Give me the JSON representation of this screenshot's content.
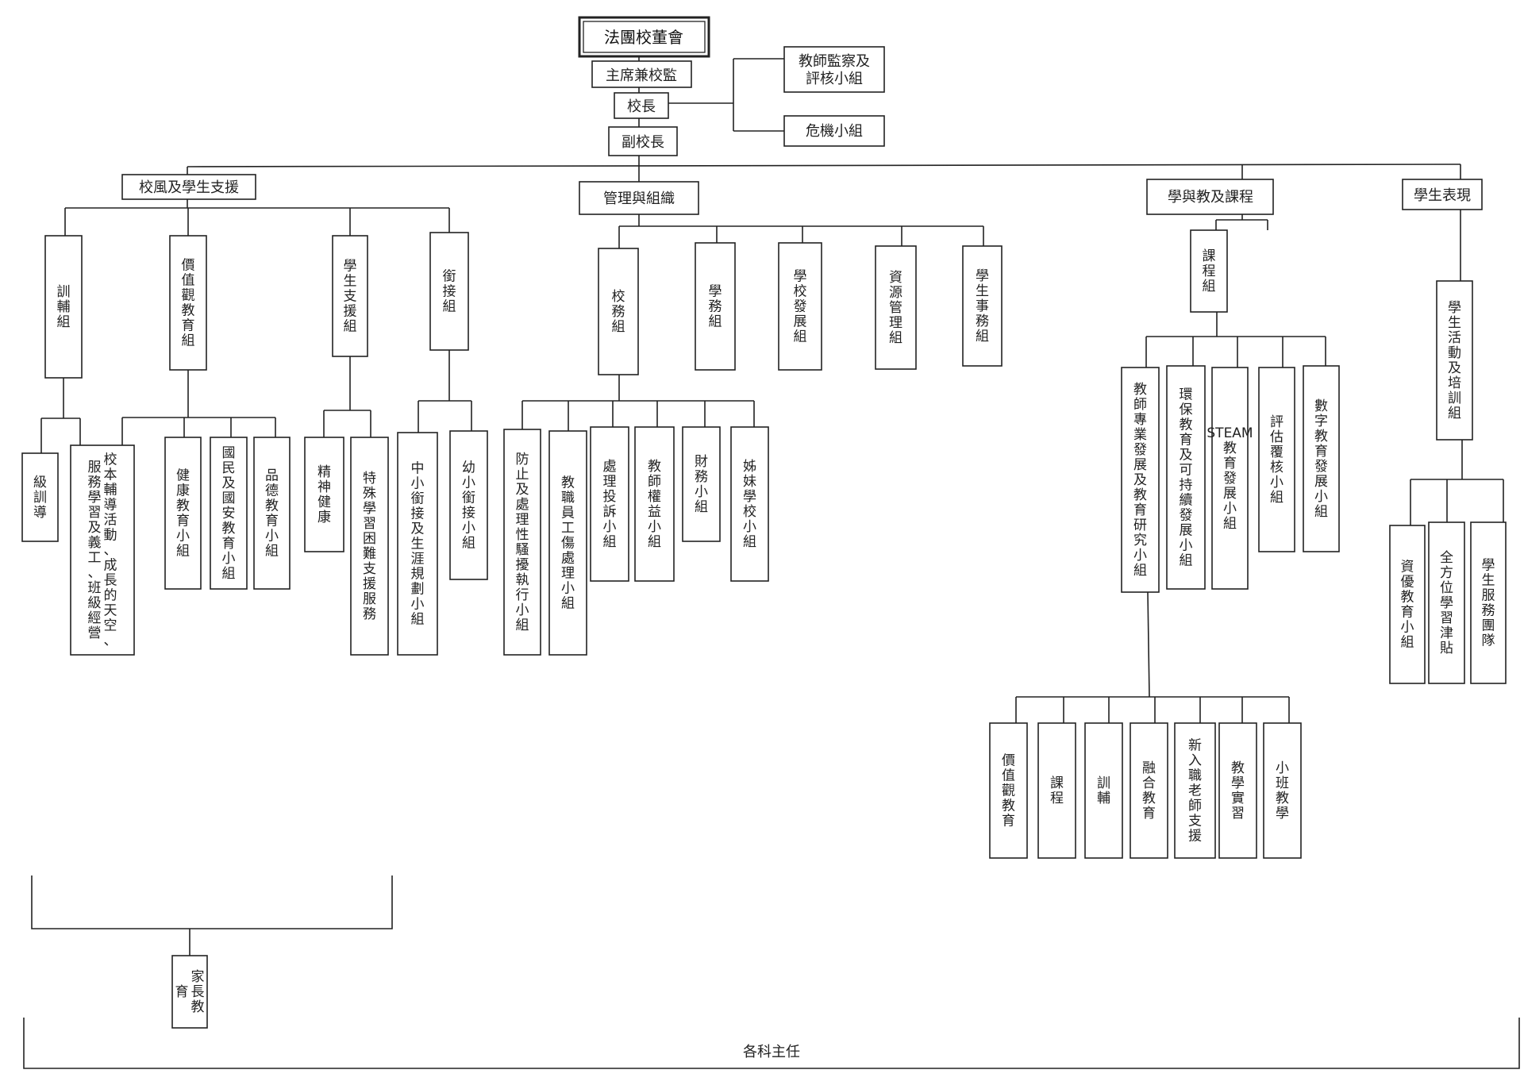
{
  "title": "法團校董會",
  "board": {
    "chair": "主席兼校監",
    "principal": "校長",
    "vice_principal": "副校長",
    "teacher_monitor": "教師監察及評核小組",
    "crisis": "危機小組"
  },
  "branches": {
    "ethos": {
      "label": "校風及學生支援",
      "groups": {
        "guidance": "訓輔組",
        "values": "價值觀教育組",
        "support": "學生支援組",
        "transition": "銜接組"
      },
      "subs": {
        "class_guidance": "級訓導",
        "guidance_activities": "校本輔導活動、成長的天空、服務學習及義工、班級經營",
        "health": "健康教育小組",
        "national": "國民及國安教育小組",
        "moral": "品德教育小組",
        "mental": "精神健康",
        "sen": "特殊學習困難支援服務",
        "secondary_transition": "中小銜接及生涯規劃小組",
        "kinder_transition": "幼小銜接小組"
      },
      "parent": "家長教育"
    },
    "admin": {
      "label": "管理與組織",
      "groups": {
        "school_affairs": "校務組",
        "academic": "學務組",
        "development": "學校發展組",
        "resources": "資源管理組",
        "student_affairs": "學生事務組"
      },
      "subs": {
        "harassment": "防止及處理性騷擾執行小組",
        "injury": "教職員工傷處理小組",
        "complaints": "處理投訴小組",
        "rights": "教師權益小組",
        "finance": "財務小組",
        "sister": "姊妹學校小組"
      }
    },
    "teaching": {
      "label": "學與教及課程",
      "groups": {
        "curriculum": "課程組"
      },
      "subs": {
        "prof_dev": "教師專業發展及教育研究小組",
        "env": "環保教育及可持續發展小組",
        "steam": "STEAM 教育發展小組",
        "assessment": "評估覆核小組",
        "digital": "數字教育發展小組"
      },
      "prof_subs": {
        "values": "價值觀教育",
        "curriculum": "課程",
        "guidance": "訓輔",
        "inclusive": "融合教育",
        "new_teacher": "新入職老師支援",
        "practicum": "教學實習",
        "small_class": "小班教學"
      }
    },
    "performance": {
      "label": "學生表現",
      "groups": {
        "activities": "學生活動及培訓組"
      },
      "subs": {
        "gifted": "資優教育小組",
        "grant": "全方位學習津貼",
        "service": "學生服務團隊"
      }
    }
  },
  "footer": "各科主任"
}
